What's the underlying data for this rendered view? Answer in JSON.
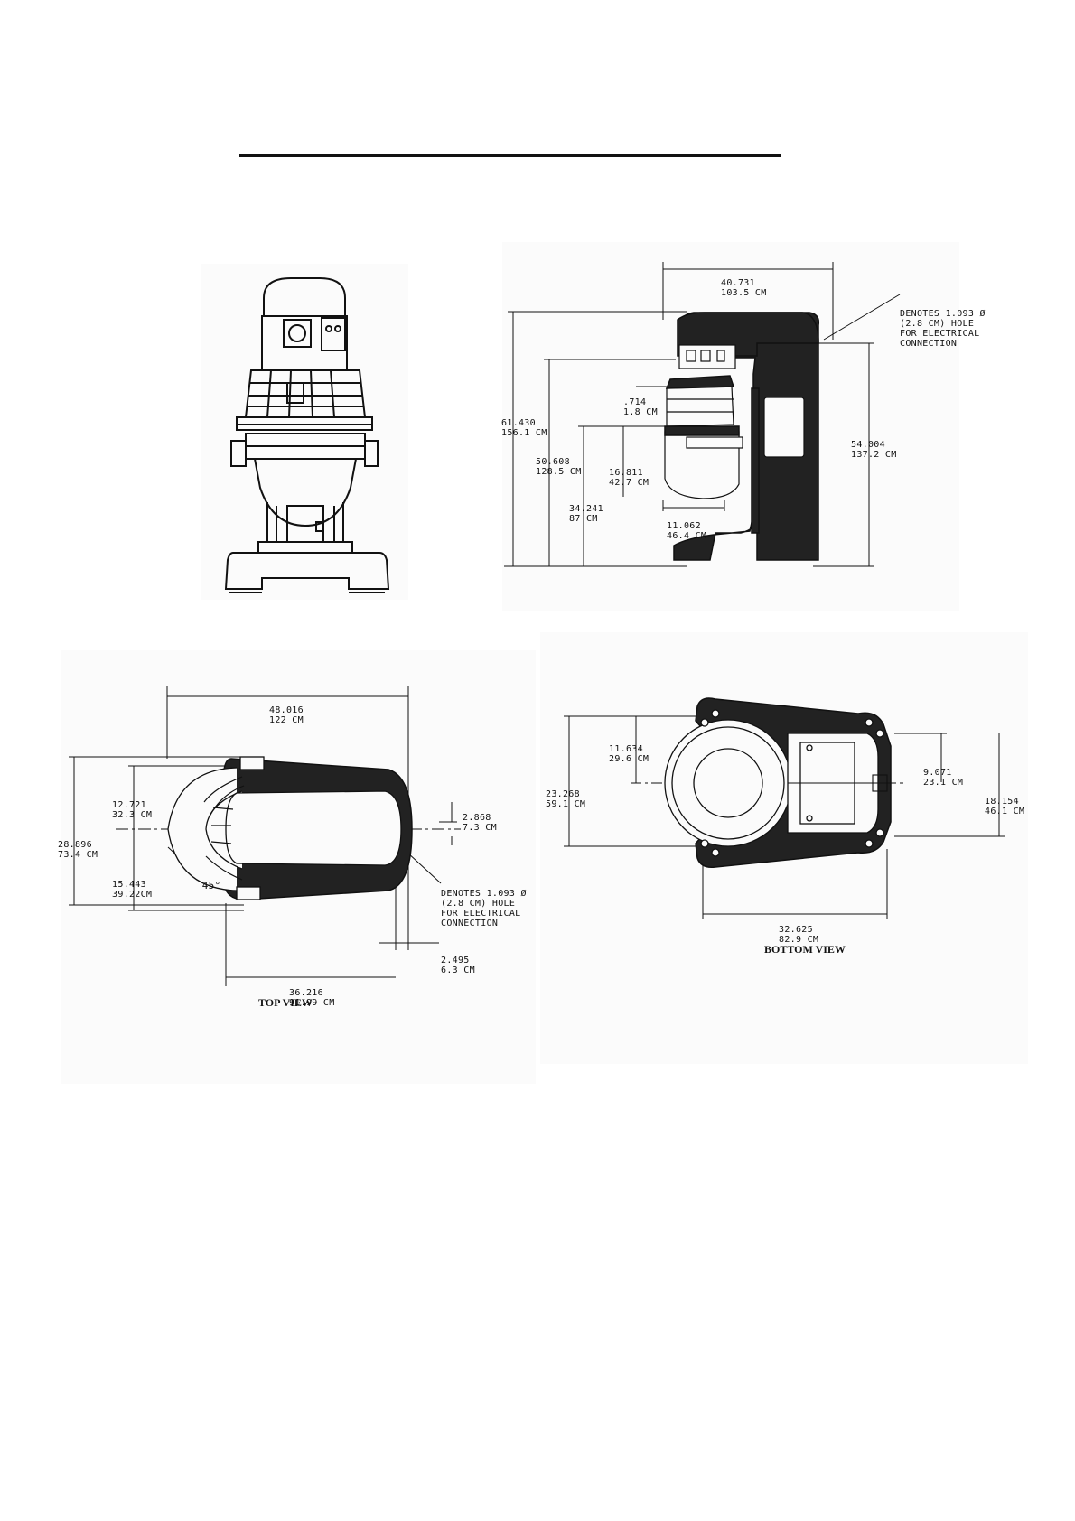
{
  "colors": {
    "ink": "#111111",
    "body": "#222222",
    "panel": "#fbfbfb"
  },
  "front_view": {},
  "side_view": {
    "width_in": "40.731",
    "width_cm": "103.5 CM",
    "hole_note": [
      "DENOTES 1.093 Ø",
      "(2.8 CM) HOLE",
      "FOR ELECTRICAL",
      "CONNECTION"
    ],
    "overall_h_in": "61.430",
    "overall_h_cm": "156.1 CM",
    "h2_in": "50.608",
    "h2_cm": "128.5 CM",
    "h3_in": "34.241",
    "h3_cm": "87 CM",
    "h4_in": ".714",
    "h4_cm": "1.8 CM",
    "bowl_h_in": "16.811",
    "bowl_h_cm": "42.7 CM",
    "bowl_w_in": "11.062",
    "bowl_w_cm": "46.4 CM",
    "rear_h_in": "54.004",
    "rear_h_cm": "137.2 CM"
  },
  "top_view": {
    "caption": "TOP VIEW",
    "width_in": "48.016",
    "width_cm": "122 CM",
    "d1_in": "12.721",
    "d1_cm": "32.3 CM",
    "d2_in": "28.896",
    "d2_cm": "73.4 CM",
    "d3_in": "15.443",
    "d3_cm": "39.22CM",
    "angle": "45°",
    "d4_in": "2.868",
    "d4_cm": "7.3 CM",
    "hole_note": [
      "DENOTES 1.093 Ø",
      "(2.8 CM) HOLE",
      "FOR ELECTRICAL",
      "CONNECTION"
    ],
    "d5_in": "2.495",
    "d5_cm": "6.3 CM",
    "d6_in": "36.216",
    "d6_cm": "91.99 CM"
  },
  "bottom_view": {
    "caption": "BOTTOM VIEW",
    "d1_in": "23.268",
    "d1_cm": "59.1 CM",
    "d2_in": "11.634",
    "d2_cm": "29.6 CM",
    "d3_in": "9.071",
    "d3_cm": "23.1 CM",
    "d4_in": "18.154",
    "d4_cm": "46.1 CM",
    "d5_in": "32.625",
    "d5_cm": "82.9 CM"
  }
}
